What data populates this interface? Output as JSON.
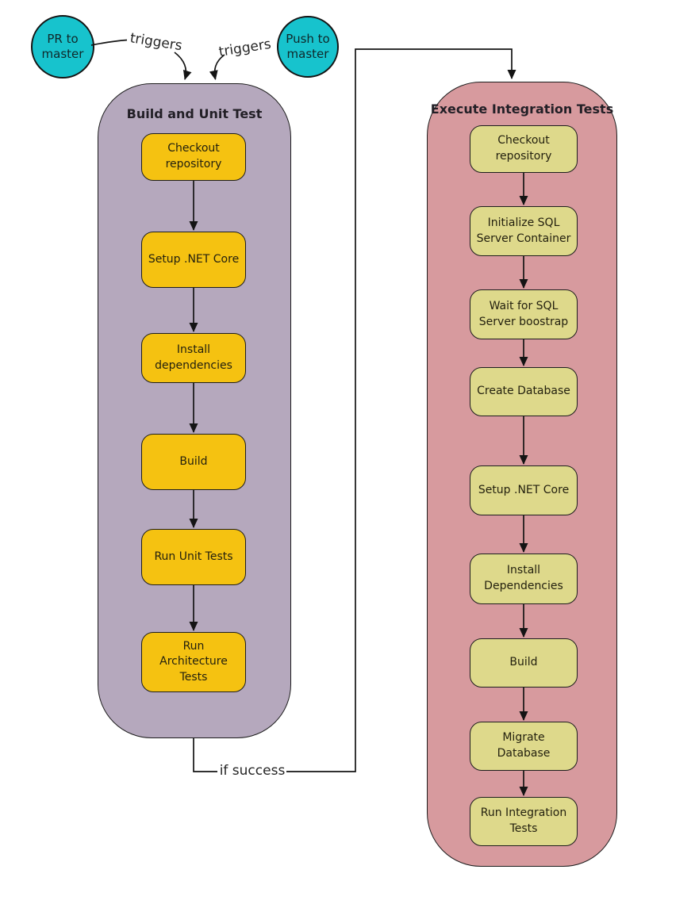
{
  "triggers_nodes": {
    "pr": {
      "label": "PR to master"
    },
    "push": {
      "label": "Push to master"
    }
  },
  "edge_labels": {
    "trigger_left": "triggers",
    "trigger_right": "triggers",
    "if_success": "if success"
  },
  "left_pipeline": {
    "title": "Build and Unit Test",
    "steps": [
      "Checkout repository",
      "Setup .NET Core",
      "Install dependencies",
      "Build",
      "Run Unit Tests",
      "Run Architecture Tests"
    ]
  },
  "right_pipeline": {
    "title": "Execute Integration Tests",
    "steps": [
      "Checkout repository",
      "Initialize SQL Server Container",
      "Wait for SQL Server boostrap",
      "Create Database",
      "Setup .NET Core",
      "Install Dependencies",
      "Build",
      "Migrate Database",
      "Run Integration Tests"
    ]
  },
  "colors": {
    "trigger_circle": "#17c3cd",
    "left_lane": "#b5a8bd",
    "left_step": "#f5c211",
    "right_lane": "#d79a9e",
    "right_step": "#ded98b",
    "stroke": "#141414"
  }
}
